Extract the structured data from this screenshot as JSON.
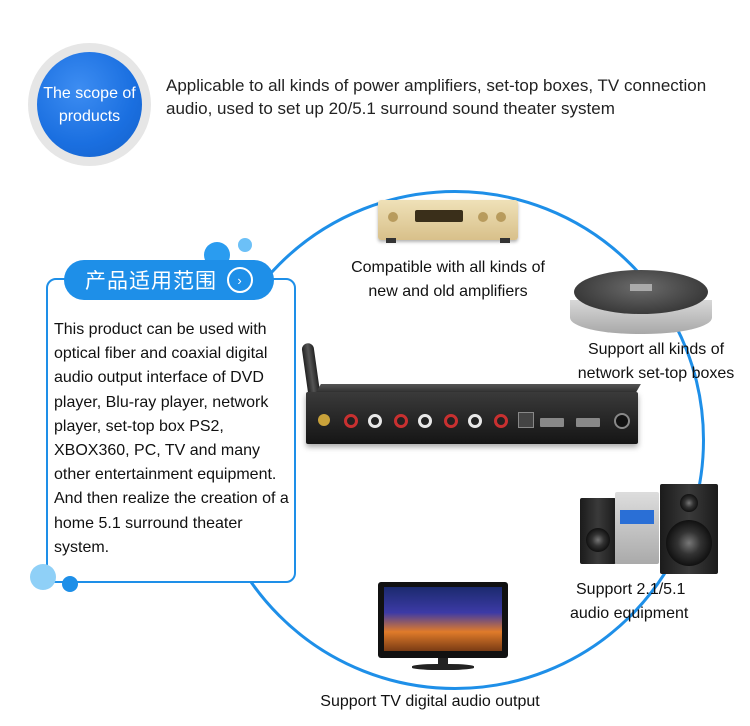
{
  "scope": {
    "badge_line1": "The scope of",
    "badge_line2": "products",
    "description": "Applicable to all kinds of power amplifiers, set-top boxes, TV connection audio, used to set up 20/5.1 surround sound theater system"
  },
  "callout": {
    "title": "产品适用范围",
    "arrow_icon": "circle-chevron-right-icon",
    "body": "This product can be used with optical fiber and coaxial digital audio output interface of DVD player, Blu-ray player, network player, set-top box PS2, XBOX360, PC, TV and many other entertainment equipment. And then realize the creation of a home 5.1 surround theater system."
  },
  "captions": {
    "amplifier_line1": "Compatible with all kinds of",
    "amplifier_line2": "new and old amplifiers",
    "settop_line1": "Support all kinds of",
    "settop_line2": "network set-top boxes",
    "audio_line1": "Support 2.1/5.1",
    "audio_line2": "audio equipment",
    "tv": "Support TV digital audio output"
  },
  "colors": {
    "accent_blue": "#1e8fe8",
    "badge_blue": "#1a6fe0",
    "dot_light_blue": "#4fb3f5"
  }
}
